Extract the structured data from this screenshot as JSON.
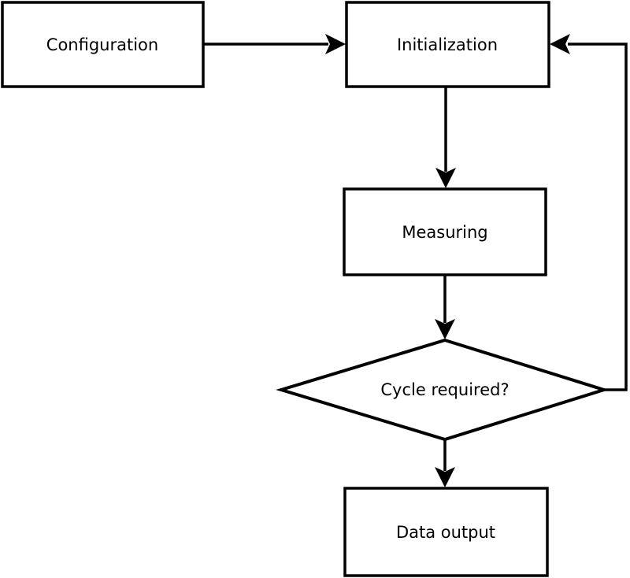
{
  "diagram": {
    "type": "flowchart",
    "colors": {
      "background": "#ffffff",
      "shape_fill": "#ffffff",
      "stroke": "#000000",
      "text": "#000000"
    },
    "nodes": {
      "configuration": {
        "label": "Configuration",
        "shape": "rectangle"
      },
      "initialization": {
        "label": "Initialization",
        "shape": "rectangle"
      },
      "measuring": {
        "label": "Measuring",
        "shape": "rectangle"
      },
      "cycle_required": {
        "label": "Cycle required?",
        "shape": "diamond"
      },
      "data_output": {
        "label": "Data output",
        "shape": "rectangle"
      }
    },
    "edges": [
      {
        "from": "configuration",
        "to": "initialization",
        "style": "arrow-right"
      },
      {
        "from": "initialization",
        "to": "measuring",
        "style": "arrow-down"
      },
      {
        "from": "measuring",
        "to": "cycle_required",
        "style": "arrow-down"
      },
      {
        "from": "cycle_required",
        "to": "data_output",
        "style": "arrow-down"
      },
      {
        "from": "cycle_required",
        "to": "initialization",
        "style": "loop-back-right"
      }
    ]
  }
}
